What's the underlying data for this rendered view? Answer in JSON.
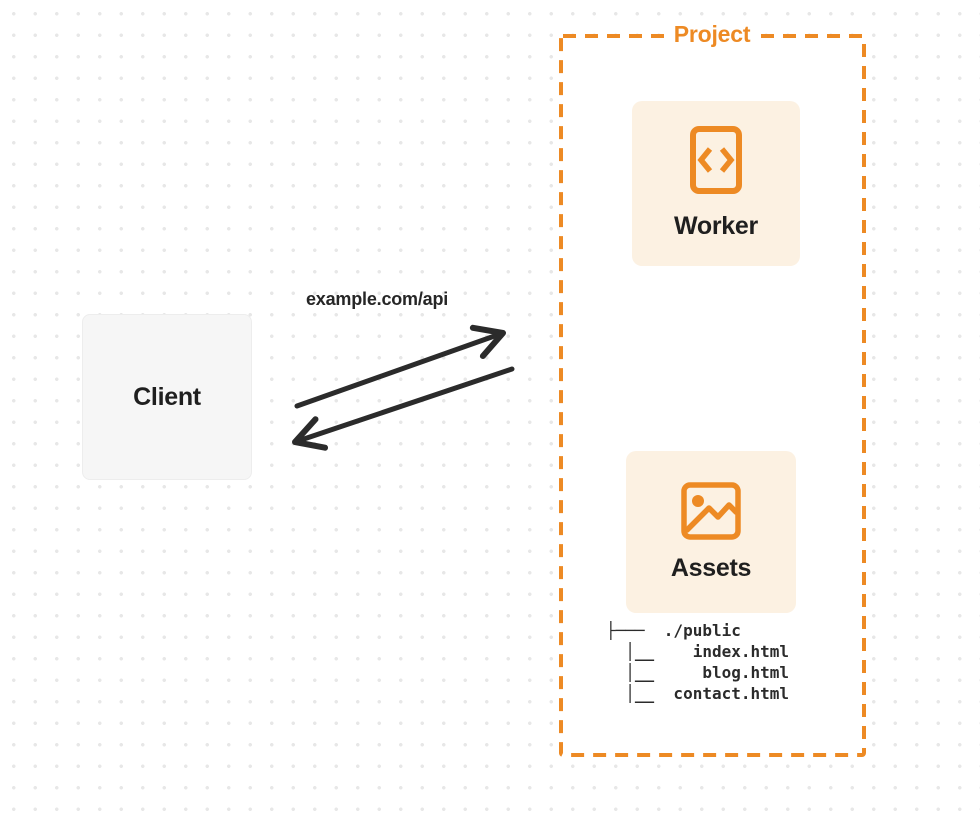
{
  "client": {
    "label": "Client"
  },
  "request": {
    "label": "example.com/api"
  },
  "project": {
    "label": "Project",
    "worker": {
      "label": "Worker",
      "icon": "code-document-icon"
    },
    "assets": {
      "label": "Assets",
      "icon": "image-icon"
    },
    "file_tree": {
      "root": "./public",
      "files": [
        "index.html",
        "blog.html",
        "contact.html"
      ],
      "lines": [
        "├───  ./public",
        "  │__    index.html",
        "  │__     blog.html",
        "  │__  contact.html"
      ]
    }
  },
  "colors": {
    "accent_orange": "#ed8a24",
    "card_background": "#fcf1e2",
    "client_background": "#f6f6f6",
    "ink": "#262626",
    "dot_grid": "#e7e7e7"
  }
}
